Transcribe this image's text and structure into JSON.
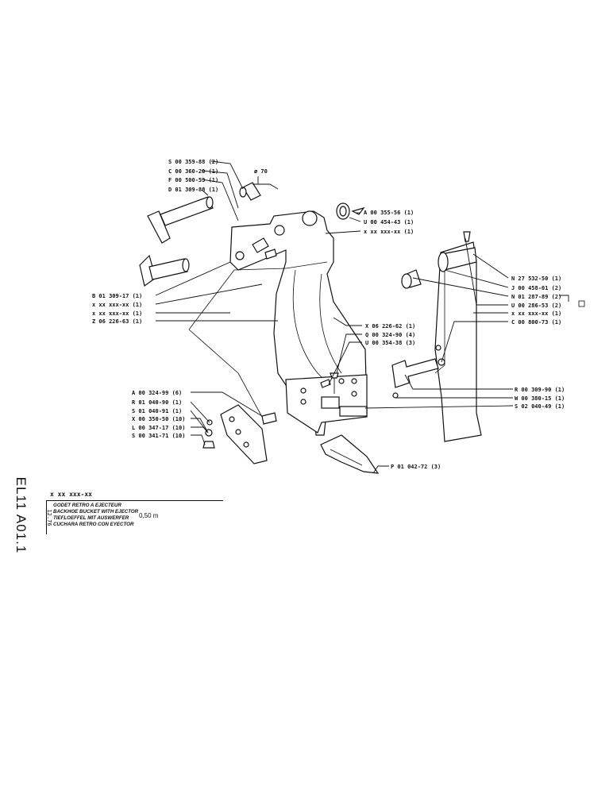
{
  "sheet": {
    "code": "EL11 A01.1",
    "top_code": "x xx xxx-xx",
    "date": "12.76",
    "titles": [
      "GODET RETRO A EJECTEUR",
      "BACKHOE BUCKET WITH EJECTOR",
      "TIEFLOEFFEL MIT AUSWERFER",
      "CUCHARA RETRO CON EYECTOR"
    ],
    "size": "0,50 m"
  },
  "dimension": "ø 70",
  "labels": {
    "s0035988": "S 00 359-88 (2)",
    "c0036020": "C 00 360-20 (1)",
    "f0050053": "F 00 500-53 (1)",
    "d0130988": "D 01 309-88 (1)",
    "a0035556": "A 00 355-56 (1)",
    "u0045443": "U 00 454-43 (1)",
    "xref1": "x xx xxx-xx (1)",
    "b0130917": "B 01 309-17 (1)",
    "xref2": "x xx xxx-xx (1)",
    "xref3": "x xx xxx-xx (1)",
    "z0622663": "Z 06 226-63 (1)",
    "x0622662": "X 06 226-62 (1)",
    "q0032490": "Q 00 324-90 (4)",
    "u0035438": "U 00 354-38 (3)",
    "n2753250": "N 27 532-50 (1)",
    "j0045801": "J 00 458-01 (2)",
    "n0128789": "N 01 287-89 (2)",
    "u0028653": "U 00 286-53 (2)",
    "xref4": "x xx xxx-xx (1)",
    "c0080073": "C 00 800-73 (1)",
    "a0032499": "A 00 324-99 (6)",
    "r0104090": "R 01 040-90 (1)",
    "s0104091": "S 01 040-91 (1)",
    "x0035050": "X 00 350-50 (10)",
    "l0034717": "L 00 347-17 (10)",
    "s0034171": "S 00 341-71 (10)",
    "r0030990": "R 00 309-90 (1)",
    "w0038015": "W 00 380-15 (1)",
    "s0204049": "S 02 040-49 (1)",
    "p0104272": "P 01 042-72 (3)"
  }
}
